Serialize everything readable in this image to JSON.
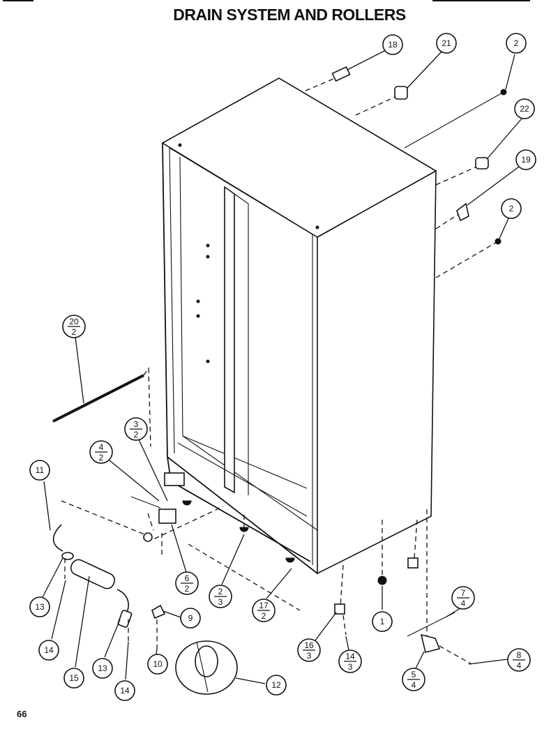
{
  "header": {
    "title": "DRAIN SYSTEM AND ROLLERS"
  },
  "footer": {
    "page_number": "66"
  },
  "callouts": [
    {
      "id": "c18",
      "num": "18",
      "den": ""
    },
    {
      "id": "c21",
      "num": "21",
      "den": ""
    },
    {
      "id": "c2a",
      "num": "2",
      "den": ""
    },
    {
      "id": "c22",
      "num": "22",
      "den": ""
    },
    {
      "id": "c19",
      "num": "19",
      "den": ""
    },
    {
      "id": "c2b",
      "num": "2",
      "den": ""
    },
    {
      "id": "c20",
      "num": "20",
      "den": "2"
    },
    {
      "id": "c3",
      "num": "3",
      "den": "2"
    },
    {
      "id": "c4",
      "num": "4",
      "den": "2"
    },
    {
      "id": "c11",
      "num": "11",
      "den": ""
    },
    {
      "id": "c6",
      "num": "6",
      "den": "2"
    },
    {
      "id": "c2c",
      "num": "2",
      "den": "3"
    },
    {
      "id": "c17",
      "num": "17",
      "den": "2"
    },
    {
      "id": "c13a",
      "num": "13",
      "den": ""
    },
    {
      "id": "c14a",
      "num": "14",
      "den": ""
    },
    {
      "id": "c15",
      "num": "15",
      "den": ""
    },
    {
      "id": "c13b",
      "num": "13",
      "den": ""
    },
    {
      "id": "c14b",
      "num": "14",
      "den": ""
    },
    {
      "id": "c9",
      "num": "9",
      "den": ""
    },
    {
      "id": "c10",
      "num": "10",
      "den": ""
    },
    {
      "id": "c12",
      "num": "12",
      "den": ""
    },
    {
      "id": "c16",
      "num": "16",
      "den": "3"
    },
    {
      "id": "c14c",
      "num": "14",
      "den": "3"
    },
    {
      "id": "c1",
      "num": "1",
      "den": ""
    },
    {
      "id": "c7",
      "num": "7",
      "den": "4"
    },
    {
      "id": "c5",
      "num": "5",
      "den": "4"
    },
    {
      "id": "c8",
      "num": "8",
      "den": "4"
    }
  ]
}
